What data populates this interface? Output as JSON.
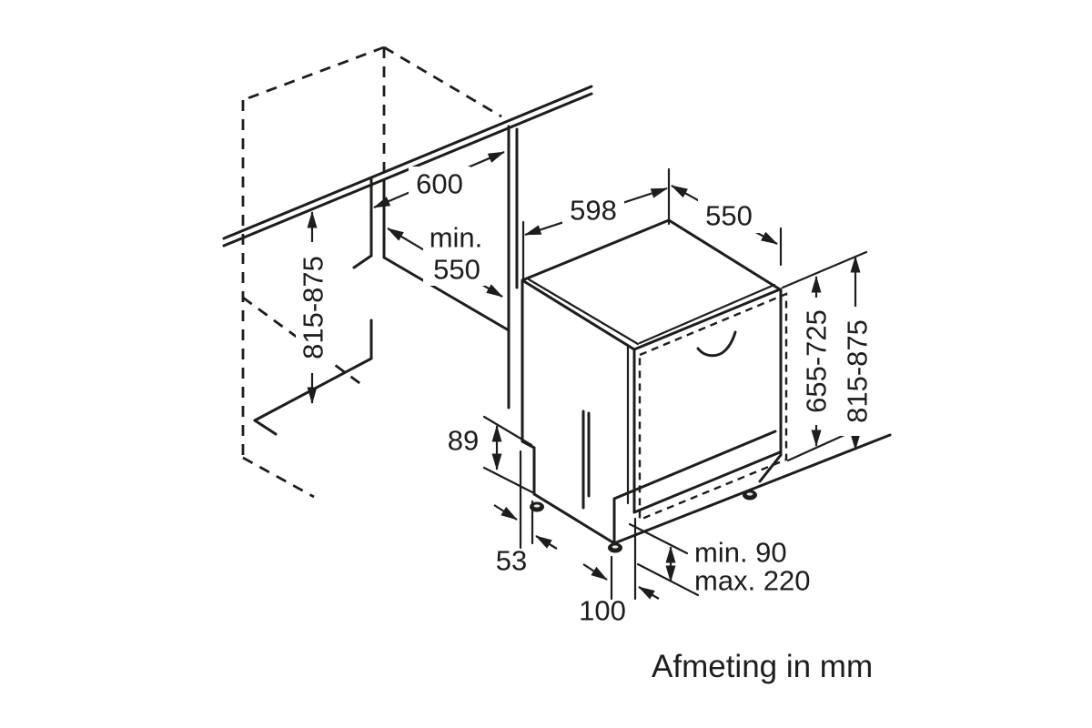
{
  "diagram": {
    "caption": "Afmeting in mm",
    "colors": {
      "line": "#1d1d1b",
      "background": "#ffffff"
    },
    "labels": {
      "niche_width": "600",
      "niche_depth_prefix": "min.",
      "niche_depth_value": "550",
      "niche_height": "815-875",
      "appliance_width": "598",
      "appliance_depth": "550",
      "door_panel_height": "655-725",
      "appliance_height": "815-875",
      "base_notch_height": "89",
      "foot_offset_side": "53",
      "foot_offset_front": "100",
      "plinth_clearance_min": "min. 90",
      "plinth_clearance_max": "max. 220"
    }
  }
}
